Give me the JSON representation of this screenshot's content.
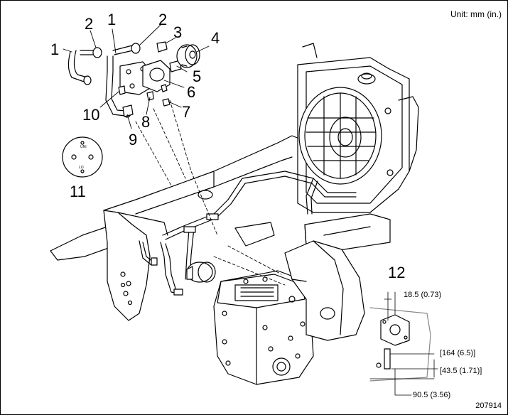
{
  "unit_label": "Unit:  mm (in.)",
  "figure_number": "207914",
  "callouts": {
    "c1a": "1",
    "c1b": "1",
    "c2a": "2",
    "c2b": "2",
    "c3": "3",
    "c4": "4",
    "c5": "5",
    "c6": "6",
    "c7": "7",
    "c8": "8",
    "c9": "9",
    "c10": "10",
    "c11": "11",
    "c12": "12"
  },
  "dimensions": {
    "d1": "18.5 (0.73)",
    "d2": "[164 (6.5)]",
    "d3": "[43.5 (1.71)]",
    "d4": "90.5 (3.56)"
  }
}
